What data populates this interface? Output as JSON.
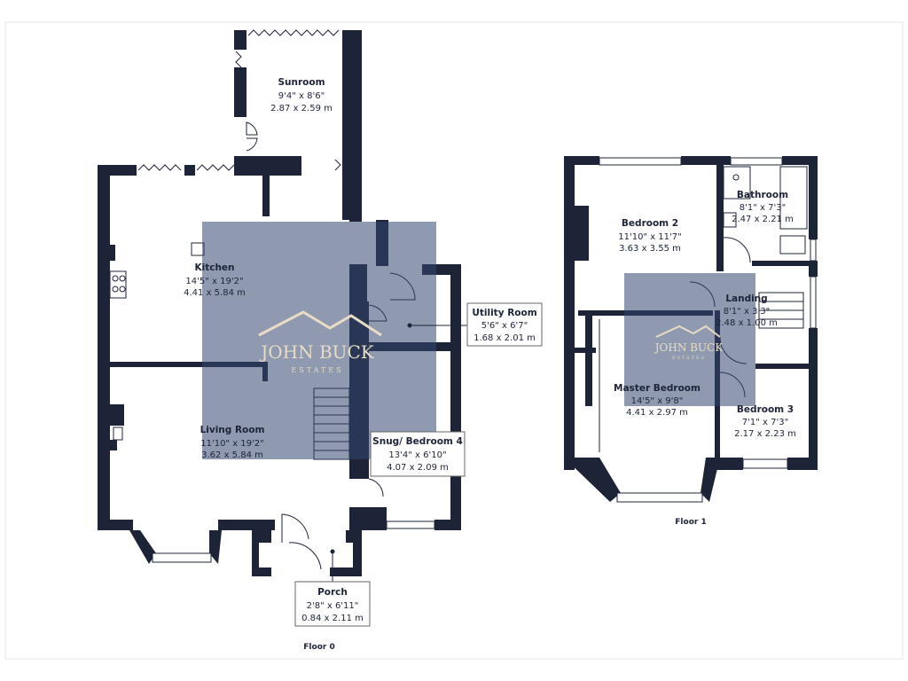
{
  "brand": {
    "line1": "JOHN BUCK",
    "line2": "ESTATES"
  },
  "floors": [
    {
      "label": "Floor 0",
      "rooms": [
        {
          "name": "Sunroom",
          "imperial": "9'4\" x 8'6\"",
          "metric": "2.87 x 2.59 m"
        },
        {
          "name": "Kitchen",
          "imperial": "14'5\" x 19'2\"",
          "metric": "4.41 x 5.84 m"
        },
        {
          "name": "Utility Room",
          "imperial": "5'6\" x 6'7\"",
          "metric": "1.68 x 2.01 m"
        },
        {
          "name": "Living Room",
          "imperial": "11'10\" x 19'2\"",
          "metric": "3.62 x 5.84 m"
        },
        {
          "name": "Snug/ Bedroom 4",
          "imperial": "13'4\" x 6'10\"",
          "metric": "4.07 x 2.09 m"
        },
        {
          "name": "Porch",
          "imperial": "2'8\" x 6'11\"",
          "metric": "0.84 x 2.11 m"
        }
      ]
    },
    {
      "label": "Floor 1",
      "rooms": [
        {
          "name": "Bedroom 2",
          "imperial": "11'10\" x 11'7\"",
          "metric": "3.63 x 3.55 m"
        },
        {
          "name": "Bathroom",
          "imperial": "8'1\" x 7'3\"",
          "metric": "2.47 x 2.21 m"
        },
        {
          "name": "Landing",
          "imperial": "8'1\" x 3'3\"",
          "metric": "2.48 x 1.00 m"
        },
        {
          "name": "Master Bedroom",
          "imperial": "14'5\" x 9'8\"",
          "metric": "4.41 x 2.97 m"
        },
        {
          "name": "Bedroom 3",
          "imperial": "7'1\" x 7'3\"",
          "metric": "2.17 x 2.23 m"
        }
      ]
    }
  ]
}
